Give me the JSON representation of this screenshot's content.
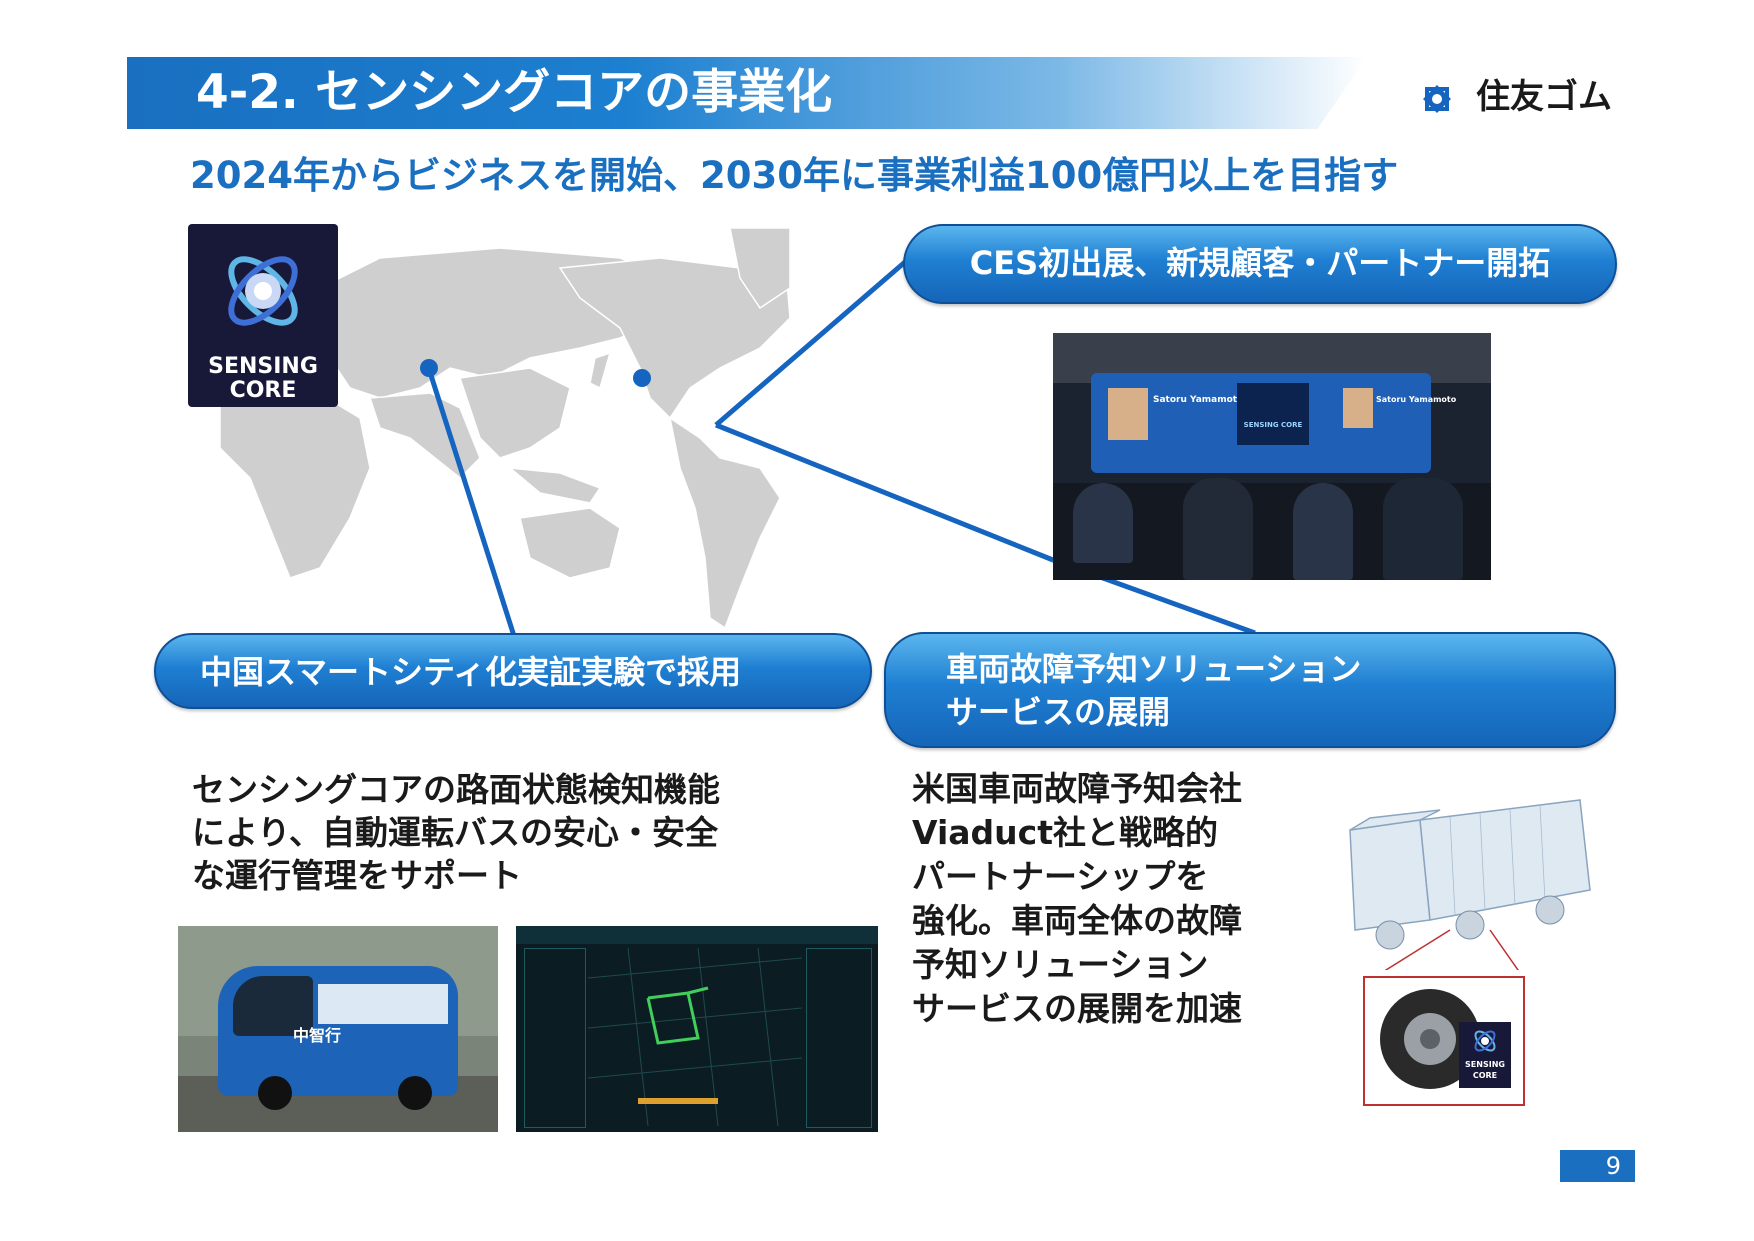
{
  "header": {
    "title": "4-2. センシングコアの事業化",
    "company": "住友ゴム"
  },
  "subtitle": "2024年からビジネスを開始、2030年に事業利益100億円以上を目指す",
  "badge": {
    "line1": "SENSING",
    "line2": "CORE"
  },
  "callouts": {
    "ces": "CES初出展、新規顧客・パートナー開拓",
    "china": "中国スマートシティ化実証実験で採用",
    "vehicle_line1": "車両故障予知ソリューション",
    "vehicle_line2": "サービスの展開"
  },
  "china_desc": [
    "センシングコアの路面状態検知機能",
    "により、自動運転バスの安心・安全",
    "な運行管理をサポート"
  ],
  "vehicle_desc": [
    "米国車両故障予知会社",
    "Viaduct社と戦略的",
    "パートナーシップを",
    "強化。車両全体の故障",
    "予知ソリューション",
    "サービスの展開を加速"
  ],
  "ces_photo": {
    "left_name": "Satoru Yamamoto",
    "right_name": "Satoru Yamamoto",
    "center_logo": "SENSING CORE"
  },
  "bus_photo": {
    "logo": "中智行"
  },
  "tire_badge": {
    "line1": "SENSING",
    "line2": "CORE"
  },
  "page_number": "9",
  "colors": {
    "accent": "#1a6fc0",
    "pill": "#1f7fd2",
    "badge_bg": "#181838"
  }
}
